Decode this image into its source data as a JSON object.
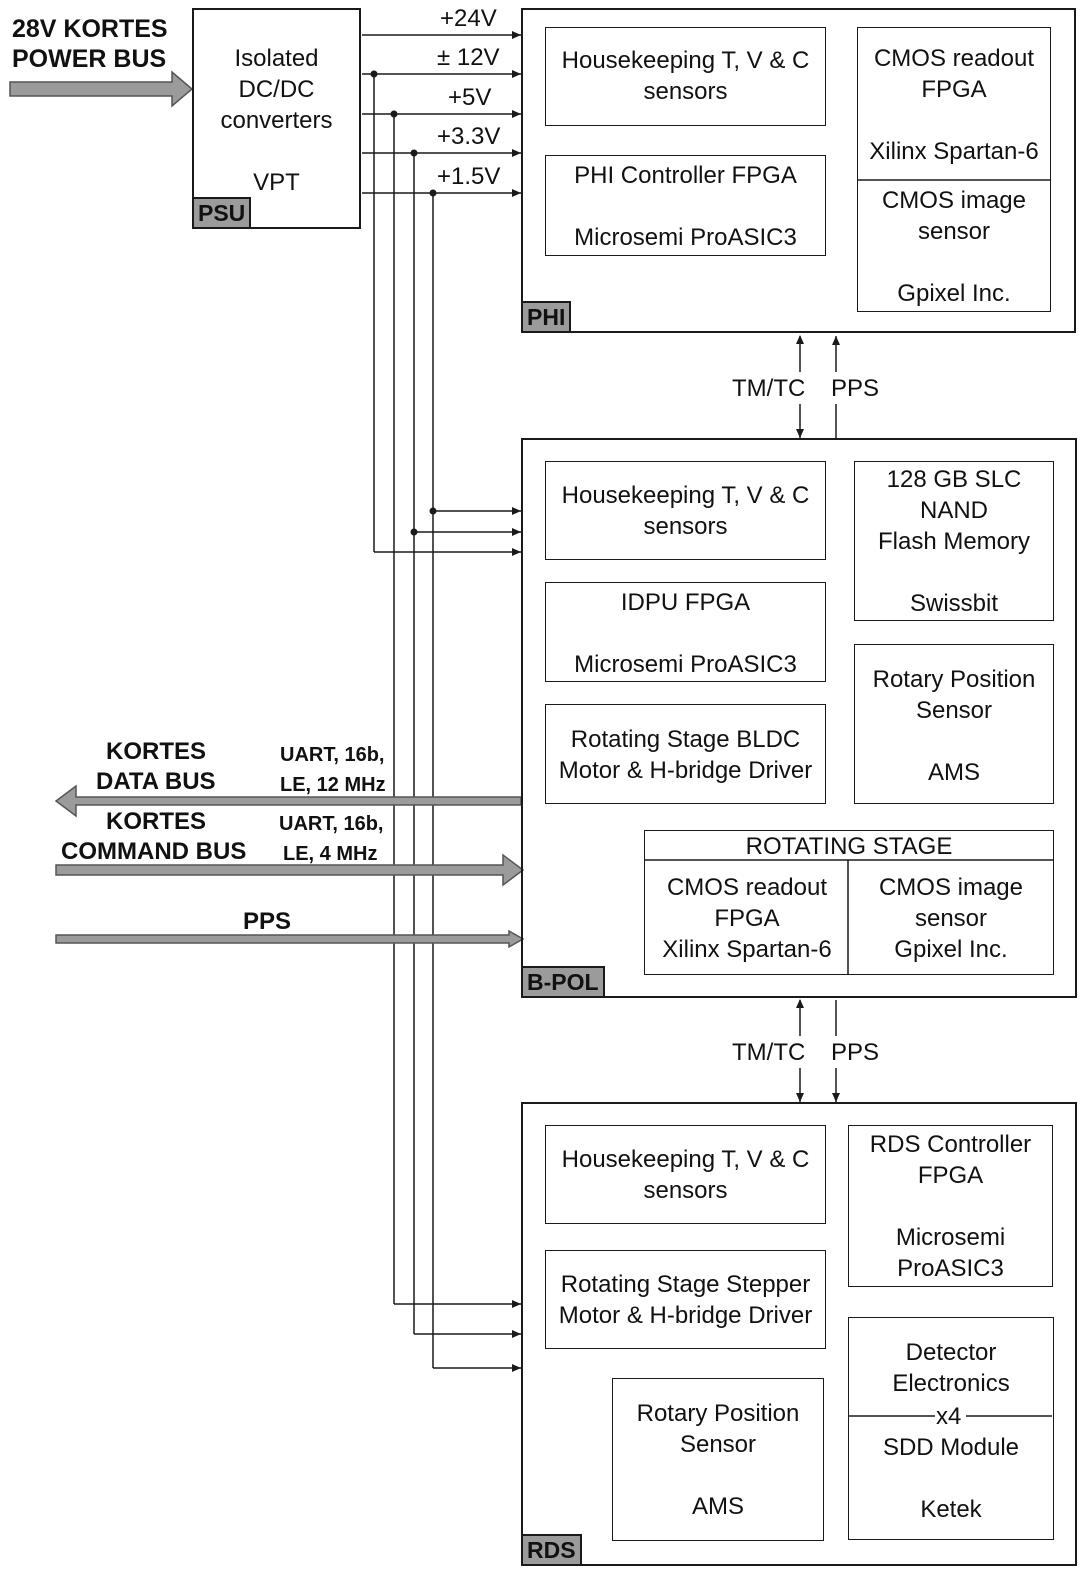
{
  "power_bus": {
    "line1": "28V KORTES",
    "line2": "POWER BUS"
  },
  "psu": {
    "tag": "PSU",
    "lines": [
      "Isolated",
      "DC/DC",
      "converters"
    ],
    "vendor": "VPT"
  },
  "voltages": [
    "+24V",
    "± 12V",
    "+5V",
    "+3.3V",
    "+1.5V"
  ],
  "phi": {
    "tag": "PHI",
    "housekeeping": [
      "Housekeeping T, V & C",
      "sensors"
    ],
    "controller": [
      "PHI Controller FPGA",
      "",
      "Microsemi ProASIC3"
    ],
    "cmos_readout": [
      "CMOS readout",
      "FPGA",
      "",
      "Xilinx Spartan-6"
    ],
    "cmos_sensor": [
      "CMOS image",
      "sensor",
      "",
      "Gpixel Inc."
    ]
  },
  "link1": {
    "tmtc": "TM/TC",
    "pps": "PPS"
  },
  "bpol": {
    "tag": "B-POL",
    "housekeeping": [
      "Housekeeping T, V & C",
      "sensors"
    ],
    "flash": [
      "128 GB SLC",
      "NAND",
      "Flash Memory",
      "",
      "Swissbit"
    ],
    "idpu": [
      "IDPU FPGA",
      "",
      "Microsemi ProASIC3"
    ],
    "rotary": [
      "Rotary Position",
      "Sensor",
      "",
      "AMS"
    ],
    "motor": [
      "Rotating Stage BLDC",
      "Motor & H-bridge Driver"
    ],
    "rotating_stage": {
      "title": "ROTATING STAGE",
      "readout": [
        "CMOS readout",
        "FPGA",
        "Xilinx Spartan-6"
      ],
      "sensor": [
        "CMOS image",
        "sensor",
        "Gpixel Inc."
      ]
    }
  },
  "buses": {
    "data": {
      "name": [
        "KORTES",
        "DATA BUS"
      ],
      "spec": [
        "UART, 16b,",
        "LE, 12 MHz"
      ]
    },
    "command": {
      "name": [
        "KORTES",
        "COMMAND BUS"
      ],
      "spec": [
        "UART, 16b,",
        "LE, 4 MHz"
      ]
    },
    "pps": "PPS"
  },
  "link2": {
    "tmtc": "TM/TC",
    "pps": "PPS"
  },
  "rds": {
    "tag": "RDS",
    "housekeeping": [
      "Housekeeping T, V & C",
      "sensors"
    ],
    "controller": [
      "RDS Controller",
      "FPGA",
      "",
      "Microsemi",
      "ProASIC3"
    ],
    "stepper": [
      "Rotating Stage Stepper",
      "Motor & H-bridge Driver"
    ],
    "detector": [
      "Detector",
      "Electronics"
    ],
    "multiplier": "x4",
    "sdd": [
      "SDD Module",
      "",
      "Ketek"
    ],
    "rotary": [
      "Rotary Position",
      "Sensor",
      "",
      "AMS"
    ]
  },
  "colors": {
    "line": "#1a1a1a",
    "bus_arrow": "#9b9b9b",
    "tag_fill": "#9b9b9b"
  }
}
